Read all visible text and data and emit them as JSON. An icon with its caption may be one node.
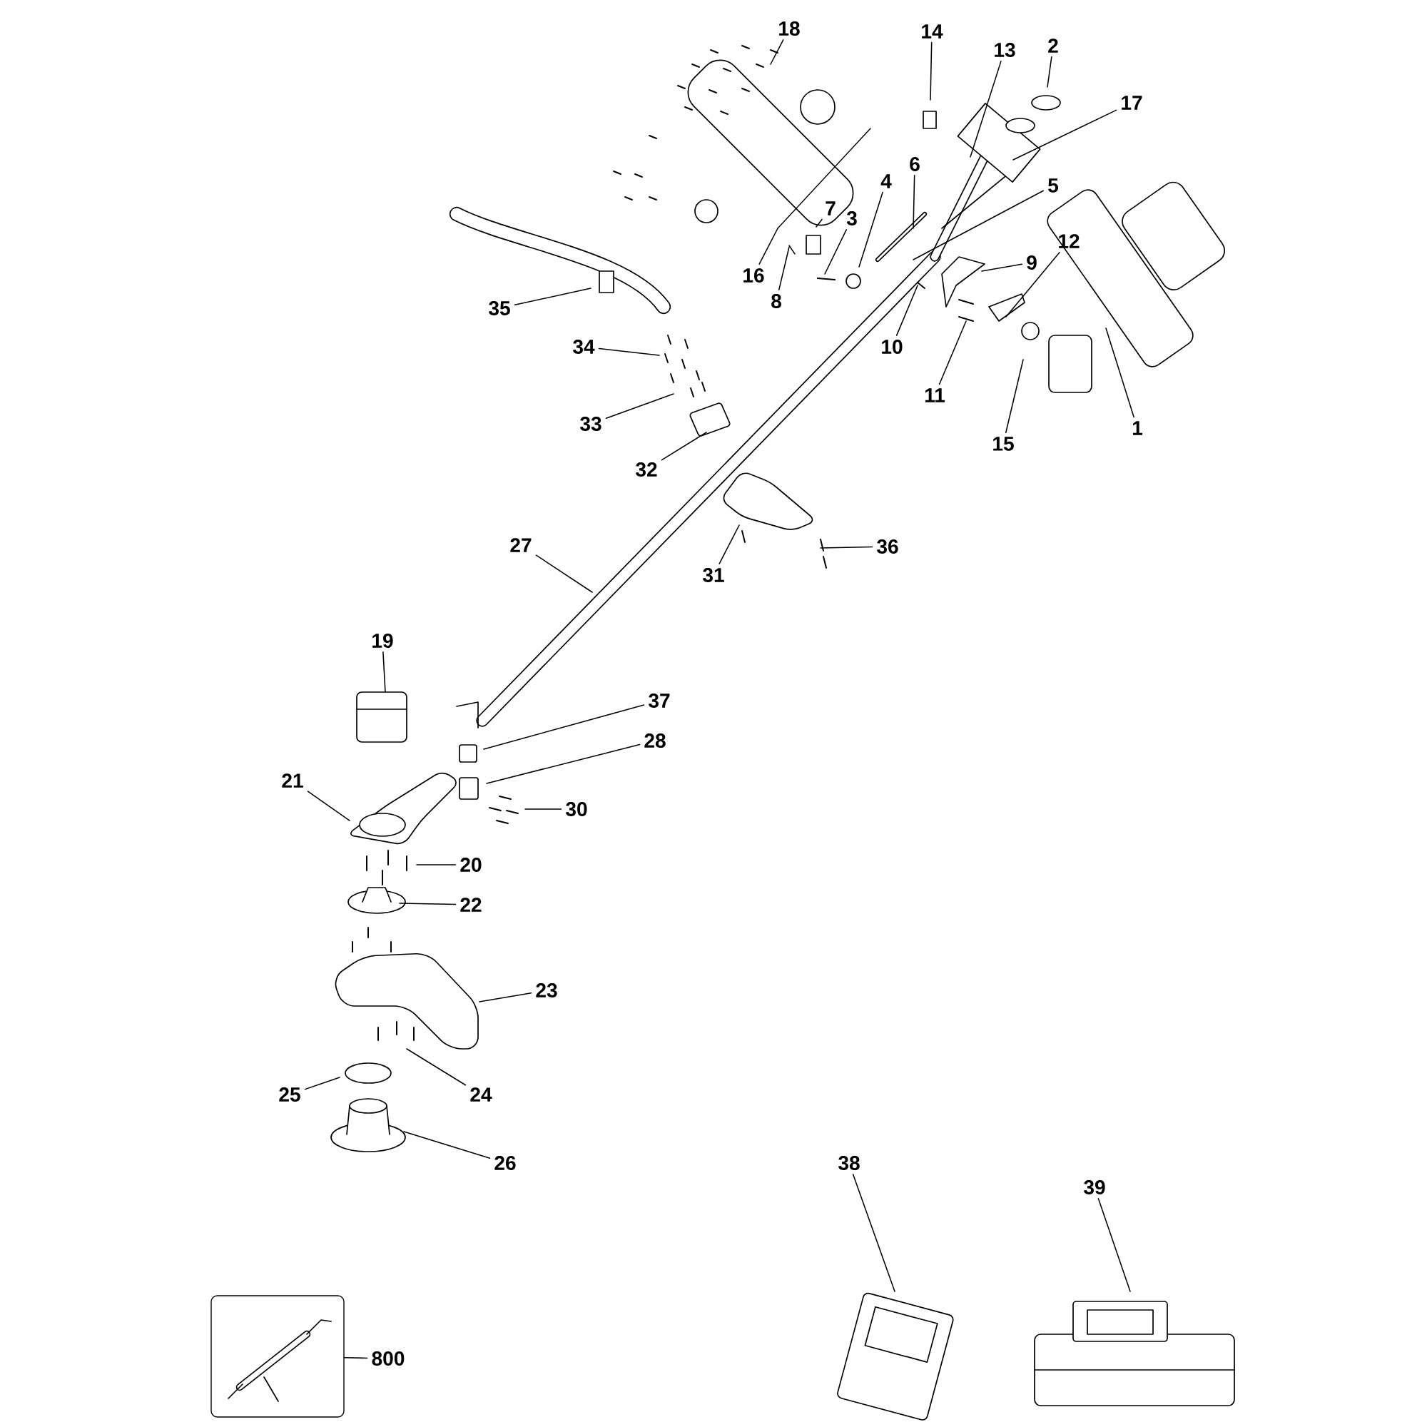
{
  "diagram": {
    "nodes": [
      {
        "text": [
          "1"
        ]
      },
      {
        "text": [
          "2"
        ]
      },
      {
        "text": [
          "3"
        ]
      },
      {
        "text": [
          "4"
        ]
      },
      {
        "text": [
          "5"
        ]
      },
      {
        "text": [
          "6"
        ]
      },
      {
        "text": [
          "7"
        ]
      },
      {
        "text": [
          "8"
        ]
      },
      {
        "text": [
          "9"
        ]
      },
      {
        "text": [
          "10"
        ]
      },
      {
        "text": [
          "11"
        ]
      },
      {
        "text": [
          "12"
        ]
      },
      {
        "text": [
          "13"
        ]
      },
      {
        "text": [
          "14"
        ]
      },
      {
        "text": [
          "15"
        ]
      },
      {
        "text": [
          "16"
        ]
      },
      {
        "text": [
          "17"
        ]
      },
      {
        "text": [
          "18"
        ]
      },
      {
        "text": [
          "19"
        ]
      },
      {
        "text": [
          "20"
        ]
      },
      {
        "text": [
          "21"
        ]
      },
      {
        "text": [
          "22"
        ]
      },
      {
        "text": [
          "23"
        ]
      },
      {
        "text": [
          "24"
        ]
      },
      {
        "text": [
          "25"
        ]
      },
      {
        "text": [
          "26"
        ]
      },
      {
        "text": [
          "27"
        ]
      },
      {
        "text": [
          "28"
        ]
      },
      {
        "text": [
          "30"
        ]
      },
      {
        "text": [
          "31"
        ]
      },
      {
        "text": [
          "32"
        ]
      },
      {
        "text": [
          "33"
        ]
      },
      {
        "text": [
          "34"
        ]
      },
      {
        "text": [
          "35"
        ]
      },
      {
        "text": [
          "36"
        ]
      },
      {
        "text": [
          "37"
        ]
      },
      {
        "text": [
          "38"
        ]
      },
      {
        "text": [
          "39"
        ]
      },
      {
        "text": [
          "800"
        ]
      },
      {
        "text": [],
        "shape": "picture"
      }
    ],
    "edges": [
      {
        "from": 0,
        "to": null,
        "arrow": "none"
      },
      {
        "from": 1,
        "to": null,
        "arrow": "none"
      },
      {
        "from": 2,
        "to": null,
        "arrow": "none"
      },
      {
        "from": 3,
        "to": null,
        "arrow": "none"
      },
      {
        "from": 4,
        "to": null,
        "arrow": "none"
      },
      {
        "from": 5,
        "to": null,
        "arrow": "none"
      },
      {
        "from": 6,
        "to": null,
        "arrow": "none"
      },
      {
        "from": 7,
        "to": null,
        "arrow": "none"
      },
      {
        "from": 8,
        "to": null,
        "arrow": "none"
      },
      {
        "from": 9,
        "to": null,
        "arrow": "none"
      },
      {
        "from": 10,
        "to": null,
        "arrow": "none"
      },
      {
        "from": 11,
        "to": null,
        "arrow": "none"
      },
      {
        "from": 12,
        "to": null,
        "arrow": "none"
      },
      {
        "from": 13,
        "to": null,
        "arrow": "none"
      },
      {
        "from": 14,
        "to": null,
        "arrow": "none"
      },
      {
        "from": 15,
        "to": null,
        "arrow": "none"
      },
      {
        "from": 16,
        "to": null,
        "arrow": "none"
      },
      {
        "from": 17,
        "to": null,
        "arrow": "none"
      },
      {
        "from": 18,
        "to": null,
        "arrow": "none"
      },
      {
        "from": 19,
        "to": null,
        "arrow": "none"
      },
      {
        "from": 20,
        "to": null,
        "arrow": "none"
      },
      {
        "from": 21,
        "to": null,
        "arrow": "none"
      },
      {
        "from": 22,
        "to": null,
        "arrow": "none"
      },
      {
        "from": 23,
        "to": null,
        "arrow": "none"
      },
      {
        "from": 24,
        "to": null,
        "arrow": "none"
      },
      {
        "from": 25,
        "to": null,
        "arrow": "none"
      },
      {
        "from": 26,
        "to": null,
        "arrow": "none"
      },
      {
        "from": 27,
        "to": null,
        "arrow": "none"
      },
      {
        "from": 28,
        "to": null,
        "arrow": "none"
      },
      {
        "from": 29,
        "to": null,
        "arrow": "none"
      },
      {
        "from": 30,
        "to": null,
        "arrow": "none"
      },
      {
        "from": 31,
        "to": null,
        "arrow": "none"
      },
      {
        "from": 32,
        "to": null,
        "arrow": "none"
      },
      {
        "from": 33,
        "to": null,
        "arrow": "none"
      },
      {
        "from": 34,
        "to": null,
        "arrow": "none"
      },
      {
        "from": 35,
        "to": null,
        "arrow": "none"
      },
      {
        "from": 36,
        "to": null,
        "arrow": "none"
      },
      {
        "from": 37,
        "to": null,
        "arrow": "none"
      },
      {
        "from": 38,
        "to": 39,
        "arrow": "none"
      }
    ]
  }
}
